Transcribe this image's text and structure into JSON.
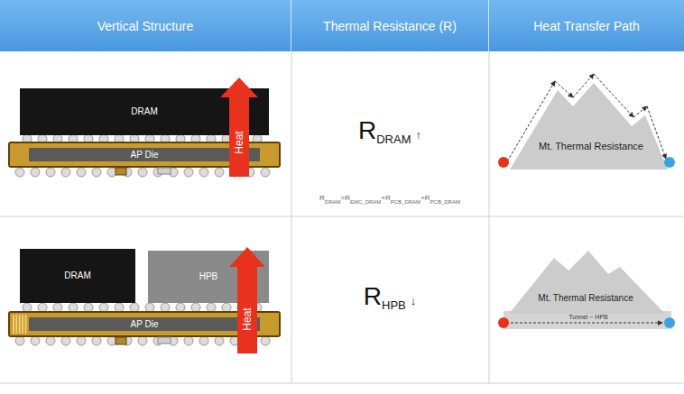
{
  "diagram": {
    "nodes": [
      {
        "text": [
          "Vertical Structure"
        ]
      },
      {
        "text": [
          "Thermal Resistance (R)"
        ]
      },
      {
        "text": [
          "Heat Transfer Path"
        ]
      },
      {
        "text": [
          "DRAM"
        ]
      },
      {
        "text": [
          "AP Die"
        ]
      },
      {
        "text": [
          "Heat"
        ]
      },
      {
        "text": [
          "Mt. Thermal Resistance"
        ]
      },
      {
        "text": [
          "DRAM"
        ]
      },
      {
        "text": [
          "HPB"
        ]
      },
      {
        "text": [
          "AP Die"
        ]
      },
      {
        "text": [
          "Heat"
        ]
      },
      {
        "text": [
          "Mt. Thermal Resistance"
        ]
      }
    ],
    "labels": [
      "R",
      "DRAM",
      "↑",
      "R",
      "DRAM",
      "=R",
      "EMC_DRAM",
      "+R",
      "PCB_DRAM",
      "+R",
      "PCB_DRAM",
      "R",
      "HPB",
      "↓",
      "Tunnel ~ HPB"
    ]
  }
}
